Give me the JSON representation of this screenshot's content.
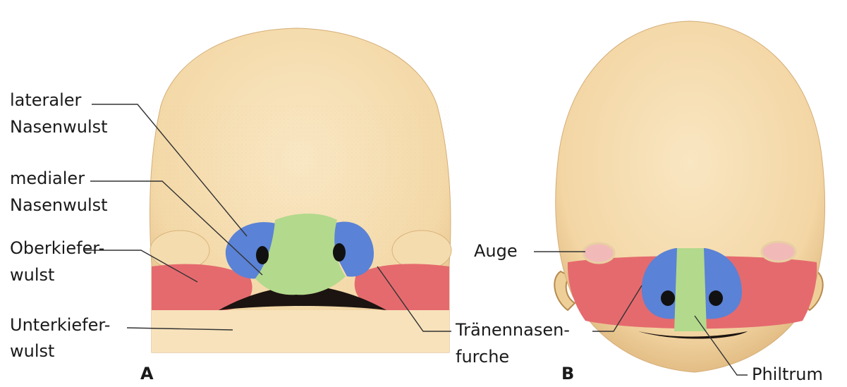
{
  "labels": {
    "lateraler_1": "lateraler",
    "lateraler_2": "Nasenwulst",
    "medialer_1": "medialer",
    "medialer_2": "Nasenwulst",
    "oberkiefer_1": "Oberkiefer-",
    "oberkiefer_2": "wulst",
    "unterkiefer_1": "Unterkiefer-",
    "unterkiefer_2": "wulst",
    "auge": "Auge",
    "traenen_1": "Tränennasen-",
    "traenen_2": "furche",
    "philtrum": "Philtrum"
  },
  "panels": {
    "a": "A",
    "b": "B"
  },
  "colors": {
    "skin": "#f6dfb4",
    "skin_dark": "#e9c78e",
    "blue": "#5a82d6",
    "green": "#b3d98c",
    "red": "#e56a6e",
    "eye_pink": "#f2b9b9",
    "shadow": "#1c1410",
    "line": "#333333"
  },
  "icons": [
    "head-front-a-illustration",
    "head-front-b-illustration"
  ]
}
